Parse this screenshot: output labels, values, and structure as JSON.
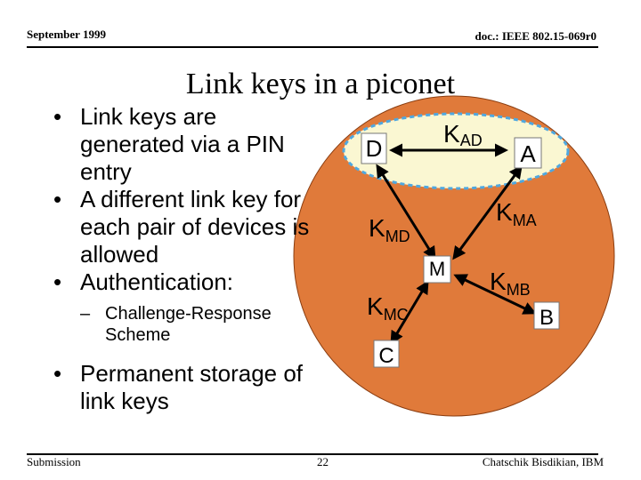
{
  "header": {
    "date": "September 1999",
    "doc": "doc.: IEEE 802.15-069r0"
  },
  "title": "Link keys in a piconet",
  "bullets": {
    "b1": "Link keys are generated via a PIN entry",
    "b2": "A different link key for each pair of devices is allowed",
    "b3": "Authentication:",
    "sub1": "Challenge-Response Scheme",
    "b4": "Permanent storage of link keys"
  },
  "diagram": {
    "nodes": {
      "D": "D",
      "A": "A",
      "M": "M",
      "B": "B",
      "C": "C"
    },
    "keys": {
      "ad_k": "K",
      "ad_sub": "AD",
      "md_k": "K",
      "md_sub": "MD",
      "ma_k": "K",
      "ma_sub": "MA",
      "mb_k": "K",
      "mb_sub": "MB",
      "mc_k": "K",
      "mc_sub": "MC"
    },
    "colors": {
      "piconet": "#E07A3A",
      "pair_area": "#FAF7D2",
      "pair_border": "#4FA8E0",
      "node_fill": "#FFFFFF"
    }
  },
  "footer": {
    "left": "Submission",
    "page": "22",
    "right": "Chatschik Bisdikian, IBM"
  }
}
